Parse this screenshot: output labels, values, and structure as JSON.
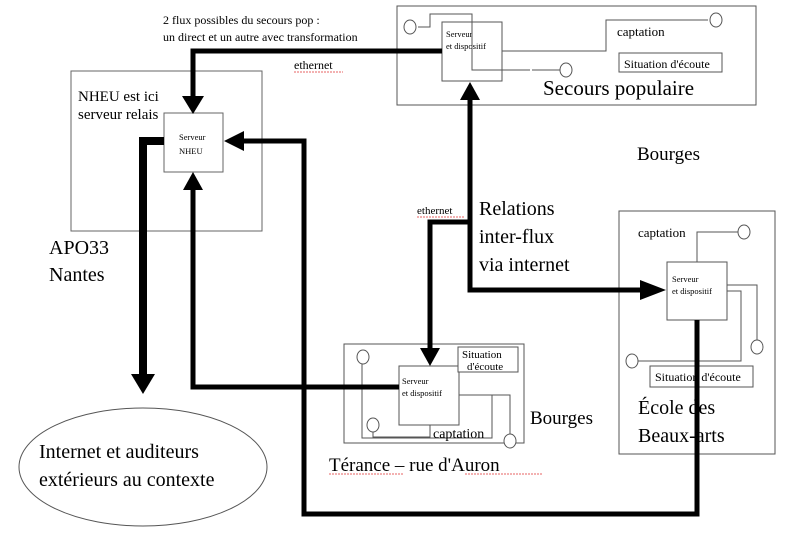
{
  "title_note": {
    "line1": "2 flux possibles du secours pop :",
    "line2": "un direct et un autre avec transformation"
  },
  "links": {
    "ethernet_top": "ethernet",
    "ethernet_mid": "ethernet"
  },
  "nodes": {
    "nheu": {
      "note_line1": "NHEU est ici",
      "note_line2": "serveur relais",
      "server_line1": "Serveur",
      "server_line2": "NHEU",
      "place_line1": "APO33",
      "place_line2": "Nantes"
    },
    "secours": {
      "server_line1": "Serveur",
      "server_line2": "et dispositif",
      "captation": "captation",
      "listening": "Situation d'écoute",
      "name": "Secours populaire",
      "city": "Bourges"
    },
    "terance": {
      "server_line1": "Serveur",
      "server_line2": "et dispositif",
      "captation": "captation",
      "listening_line1": "Situation",
      "listening_line2": "d'écoute",
      "name": "Térance – rue d'Auron",
      "city": "Bourges"
    },
    "ecole": {
      "server_line1": "Serveur",
      "server_line2": "et dispositif",
      "captation": "captation",
      "listening": "Situation d'écoute",
      "name_line1": "École des",
      "name_line2": "Beaux-arts"
    }
  },
  "relations": {
    "line1": "Relations",
    "line2": "inter-flux",
    "line3": "via internet"
  },
  "internet": {
    "line1": "Internet et auditeurs",
    "line2": "extérieurs au contexte"
  }
}
